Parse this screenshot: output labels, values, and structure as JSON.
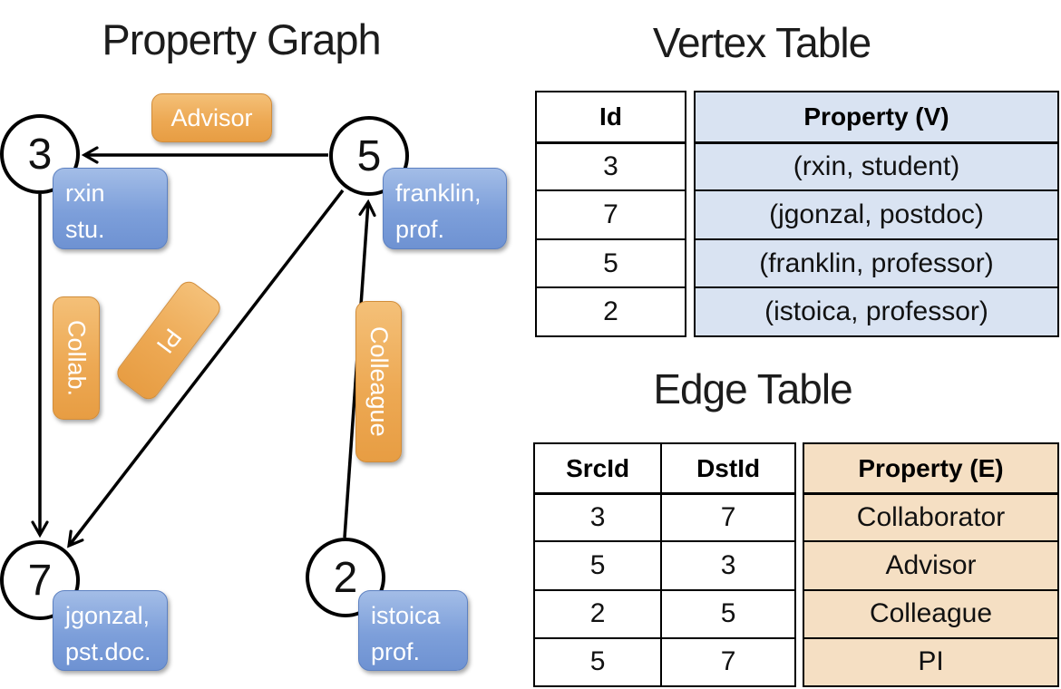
{
  "graph": {
    "title": "Property Graph",
    "nodes": [
      {
        "id": "3",
        "property_lines": [
          "rxin",
          "stu."
        ]
      },
      {
        "id": "5",
        "property_lines": [
          "franklin,",
          "prof."
        ]
      },
      {
        "id": "7",
        "property_lines": [
          "jgonzal,",
          "pst.doc."
        ]
      },
      {
        "id": "2",
        "property_lines": [
          "istoica",
          "prof."
        ]
      }
    ],
    "edge_labels": {
      "advisor": "Advisor",
      "collab": "Collab.",
      "pi": "PI",
      "colleague": "Colleague"
    }
  },
  "vertex_table": {
    "title": "Vertex Table",
    "columns": [
      "Id",
      "Property (V)"
    ],
    "rows": [
      {
        "id": "3",
        "property": "(rxin, student)"
      },
      {
        "id": "7",
        "property": "(jgonzal, postdoc)"
      },
      {
        "id": "5",
        "property": "(franklin, professor)"
      },
      {
        "id": "2",
        "property": "(istoica, professor)"
      }
    ]
  },
  "edge_table": {
    "title": "Edge Table",
    "columns": [
      "SrcId",
      "DstId",
      "Property (E)"
    ],
    "rows": [
      {
        "src": "3",
        "dst": "7",
        "property": "Collaborator"
      },
      {
        "src": "5",
        "dst": "3",
        "property": "Advisor"
      },
      {
        "src": "2",
        "dst": "5",
        "property": "Colleague"
      },
      {
        "src": "5",
        "dst": "7",
        "property": "PI"
      }
    ]
  },
  "colors": {
    "edge_label_orange": "#E9A24B",
    "vertex_box_blue": "#7B9DD7",
    "vertex_table_fill": "#D9E3F2",
    "edge_table_fill": "#F5DFC3",
    "line_black": "#000000"
  }
}
